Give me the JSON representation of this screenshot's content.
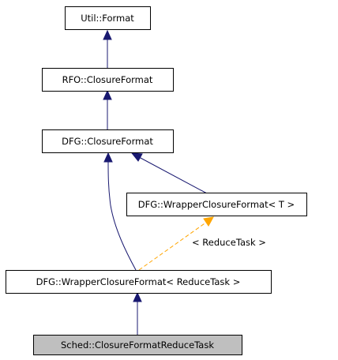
{
  "nodes": {
    "util_format": {
      "label": "Util::Format"
    },
    "rfo_closure_format": {
      "label": "RFO::ClosureFormat"
    },
    "dfg_closure_format": {
      "label": "DFG::ClosureFormat"
    },
    "dfg_wrapper_closure_format_t": {
      "label": "DFG::WrapperClosureFormat< T >"
    },
    "dfg_wrapper_closure_format_reduce": {
      "label": "DFG::WrapperClosureFormat< ReduceTask >"
    },
    "sched_closure_format_reduce_task": {
      "label": "Sched::ClosureFormatReduceTask"
    }
  },
  "edges": {
    "template_arg_label": "< ReduceTask >"
  },
  "colors": {
    "inherit_edge": "#191970",
    "template_edge": "#ffa500",
    "highlight_fill": "#bfbfbf"
  }
}
